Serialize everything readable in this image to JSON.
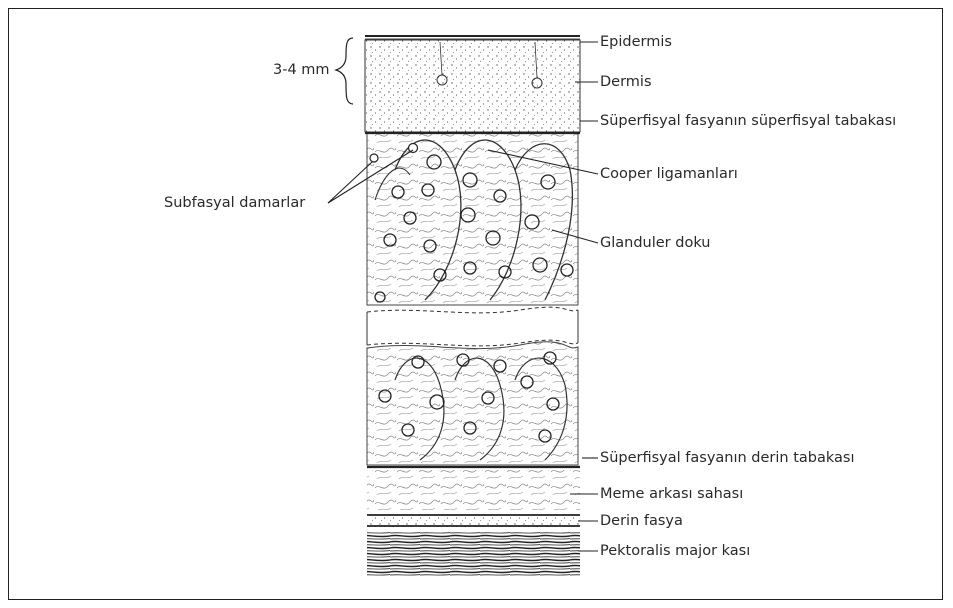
{
  "figure": {
    "scale_note": "3-4 mm",
    "labels": {
      "epidermis": "Epidermis",
      "dermis": "Dermis",
      "superficial_layer": "Süperfisyal fasyanın süperfisyal tabakası",
      "subfascial_vessels": "Subfasyal damarlar",
      "cooper_ligaments": "Cooper ligamanları",
      "glandular_tissue": "Glanduler doku",
      "deep_layer": "Süperfisyal fasyanın derin tabakası",
      "retromammary_space": "Meme arkası sahası",
      "deep_fascia": "Derin fasya",
      "pectoralis_major": "Pektoralis major kası"
    }
  }
}
